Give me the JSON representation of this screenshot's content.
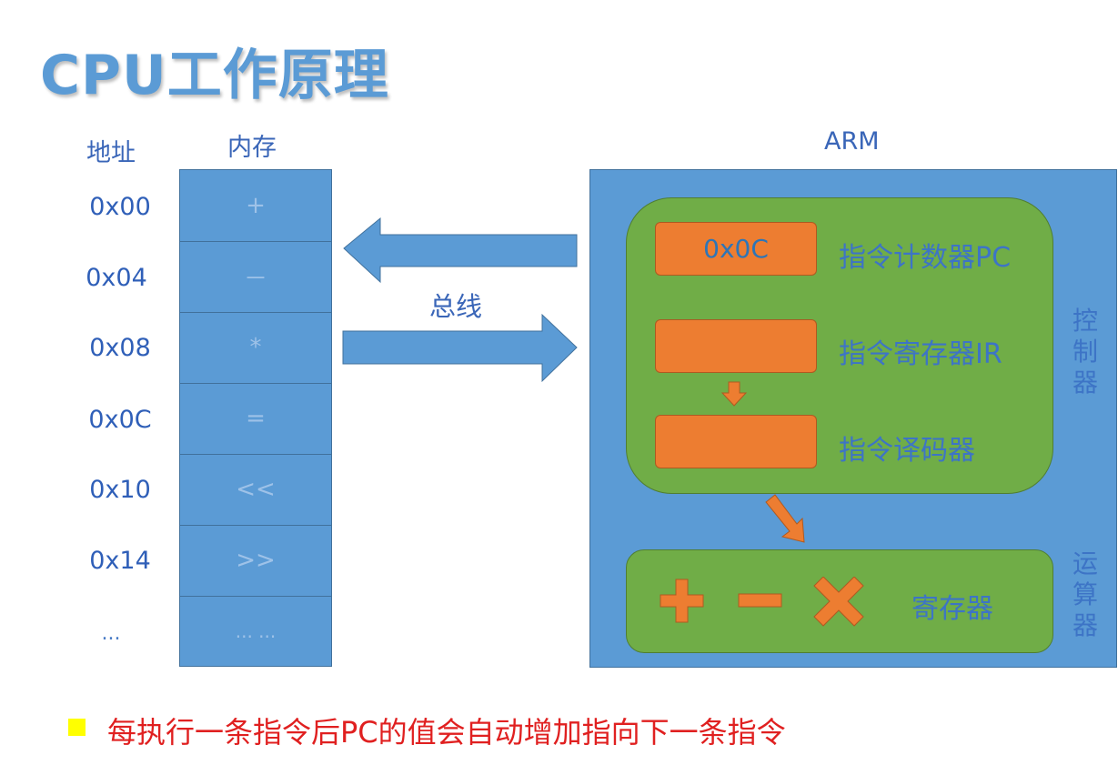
{
  "title": "CPU工作原理",
  "headers": {
    "address": "地址",
    "memory": "内存",
    "arm": "ARM"
  },
  "memory_rows": [
    {
      "address": "0x00",
      "content": "+"
    },
    {
      "address": "0x04",
      "content": "－"
    },
    {
      "address": "0x08",
      "content": "*"
    },
    {
      "address": "0x0C",
      "content": "="
    },
    {
      "address": "0x10",
      "content": "<<"
    },
    {
      "address": "0x14",
      "content": ">>"
    },
    {
      "address": "...",
      "content": "... ..."
    }
  ],
  "bus_label": "总线",
  "control_unit": {
    "label": "控制器",
    "registers": [
      {
        "value": "0x0C",
        "label": "指令计数器PC"
      },
      {
        "value": "",
        "label": "指令寄存器IR"
      },
      {
        "value": "",
        "label": "指令译码器"
      }
    ]
  },
  "alu": {
    "label": "运算器",
    "register_label": "寄存器",
    "symbols": [
      "plus-icon",
      "minus-icon",
      "times-icon"
    ]
  },
  "note": "每执行一条指令后PC的值会自动增加指向下一条指令",
  "colors": {
    "memory_fill": "#5b9bd5",
    "control_fill": "#70ad47",
    "register_fill": "#ed7d31",
    "note_text": "#e02020",
    "bullet": "#ffff00"
  }
}
